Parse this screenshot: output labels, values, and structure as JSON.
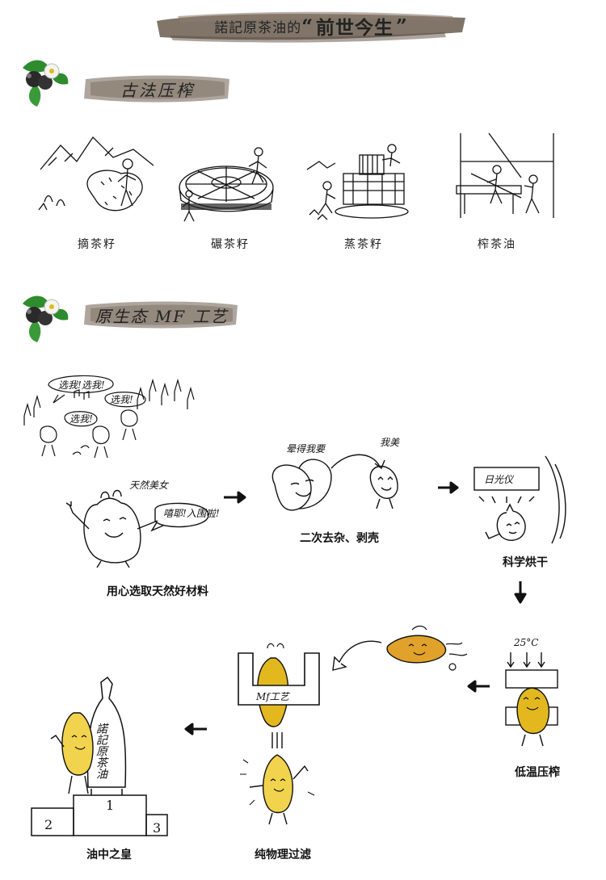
{
  "header": {
    "title_prefix": "諾記原茶油的",
    "open_quote": "“",
    "title_emphasis": "前世今生",
    "close_quote": "”"
  },
  "section1": {
    "title": "古法压榨",
    "steps": [
      {
        "label": "摘茶籽"
      },
      {
        "label": "碾茶籽"
      },
      {
        "label": "蒸茶籽"
      },
      {
        "label": "榨茶油"
      }
    ]
  },
  "section2": {
    "title": "原生态 MF 工艺",
    "speech": {
      "pick_me_1": "选我!选我!",
      "pick_me_2": "选我!",
      "pick_me_3": "选我!",
      "beauty": "天然美女",
      "great": "嘻耶!入围啦!",
      "dizzy": "晕得我要",
      "me_too": "我美"
    },
    "sign_dryer": "日光仪",
    "temperature": "25°C",
    "sign_mf": "Mf工艺",
    "bottle_label": "諾記原茶油",
    "podium": {
      "first": "1",
      "second": "2",
      "third": "3"
    },
    "steps": [
      {
        "label": "用心选取天然好材料"
      },
      {
        "label": "二次去杂、剥壳"
      },
      {
        "label": "科学烘干"
      },
      {
        "label": "低温压榨"
      },
      {
        "label": "纯物理过滤"
      },
      {
        "label": "油中之皇"
      }
    ]
  },
  "colors": {
    "brush": "#6b5d4f",
    "brush_light": "#cfc5b8",
    "leaf": "#2e8b2e",
    "seed": "#e3b81f",
    "seed_orange": "#e0a22a"
  }
}
